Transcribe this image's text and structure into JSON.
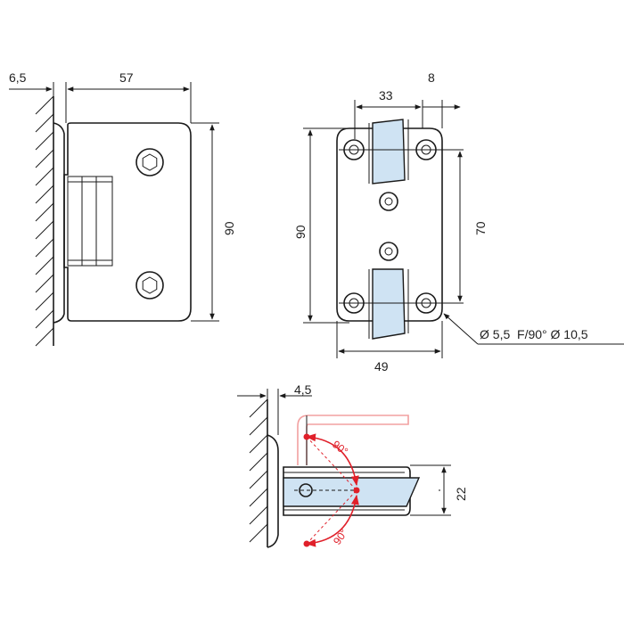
{
  "drawing": {
    "side_view": {
      "dims": {
        "wall_offset": "6,5",
        "width": "57",
        "height": "90"
      }
    },
    "front_view": {
      "dims": {
        "top_width": "33",
        "top_right": "8",
        "height": "90",
        "hole_spacing": "70",
        "bottom_width": "49"
      },
      "callout": "Ø 5,5  F/90° Ø 10,5"
    },
    "plan_view": {
      "dims": {
        "offset": "4,5",
        "thickness": "22"
      },
      "angles": {
        "upper": "90°",
        "lower": "90°"
      }
    }
  },
  "colors": {
    "line": "#1a1a1a",
    "glass": "#cfe3f3",
    "accent": "#e0202a",
    "accent_light": "#f2a0a0"
  }
}
